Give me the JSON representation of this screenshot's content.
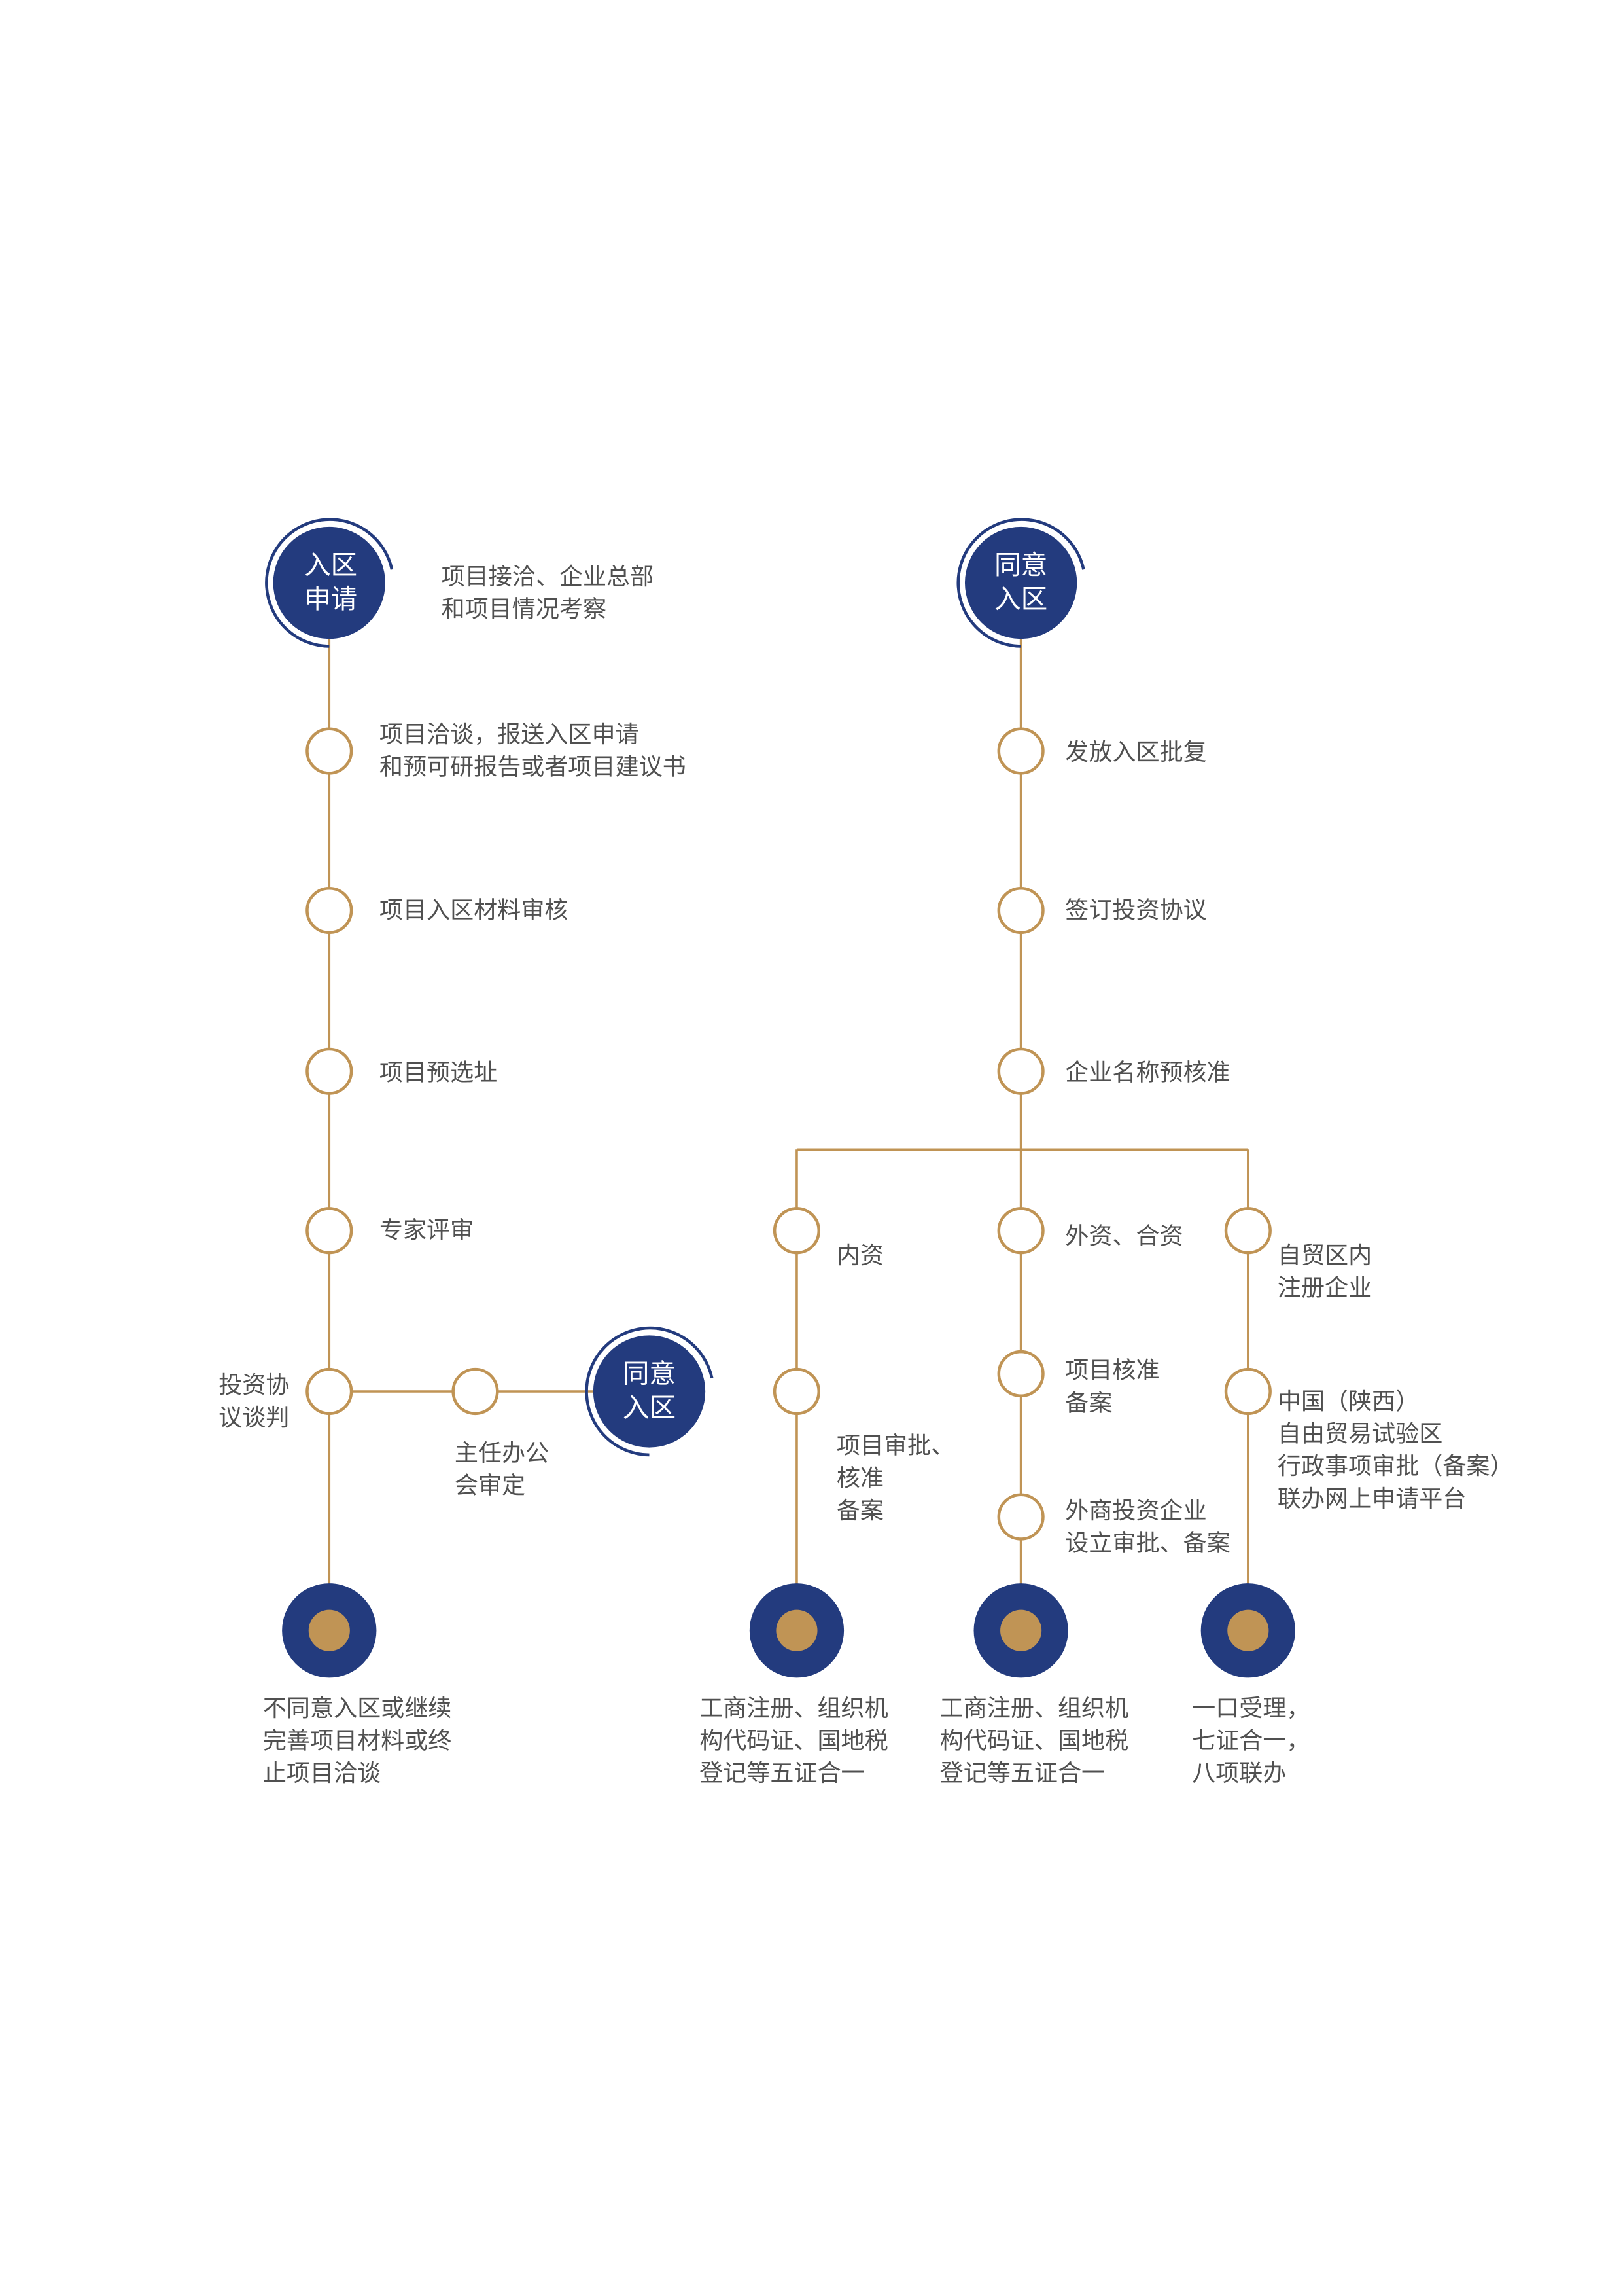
{
  "colors": {
    "navy": "#233B7E",
    "gold": "#C09455",
    "text": "#505050"
  },
  "left": {
    "start_node": [
      "入区",
      "申请"
    ],
    "start_desc": [
      "项目接洽、企业总部",
      "和项目情况考察"
    ],
    "steps": [
      [
        "项目洽谈，报送入区申请",
        "和预可研报告或者项目建议书"
      ],
      [
        "项目入区材料审核"
      ],
      [
        "项目预选址"
      ],
      [
        "专家评审"
      ]
    ],
    "negotiation": [
      "投资协",
      "议谈判"
    ],
    "branch_step": [
      "主任办公",
      "会审定"
    ],
    "branch_node": [
      "同意",
      "入区"
    ],
    "end": [
      "不同意入区或继续",
      "完善项目材料或终",
      "止项目洽谈"
    ]
  },
  "right": {
    "start_node": [
      "同意",
      "入区"
    ],
    "steps": [
      "发放入区批复",
      "签订投资协议",
      "企业名称预核准"
    ],
    "branch_a": {
      "steps": [
        [
          "内资"
        ],
        [
          "项目审批、",
          "核准",
          "备案"
        ]
      ],
      "end": [
        "工商注册、组织机",
        "构代码证、国地税",
        "登记等五证合一"
      ]
    },
    "branch_b": {
      "steps": [
        [
          "外资、合资"
        ],
        [
          "项目核准",
          "备案"
        ],
        [
          "外商投资企业",
          "设立审批、备案"
        ]
      ],
      "end": [
        "工商注册、组织机",
        "构代码证、国地税",
        "登记等五证合一"
      ]
    },
    "branch_c": {
      "steps": [
        [
          "自贸区内",
          "注册企业"
        ],
        [
          "中国（陕西）",
          "自由贸易试验区",
          "行政事项审批（备案）",
          "联办网上申请平台"
        ]
      ],
      "end": [
        "一口受理，",
        "七证合一，",
        "八项联办"
      ]
    }
  }
}
